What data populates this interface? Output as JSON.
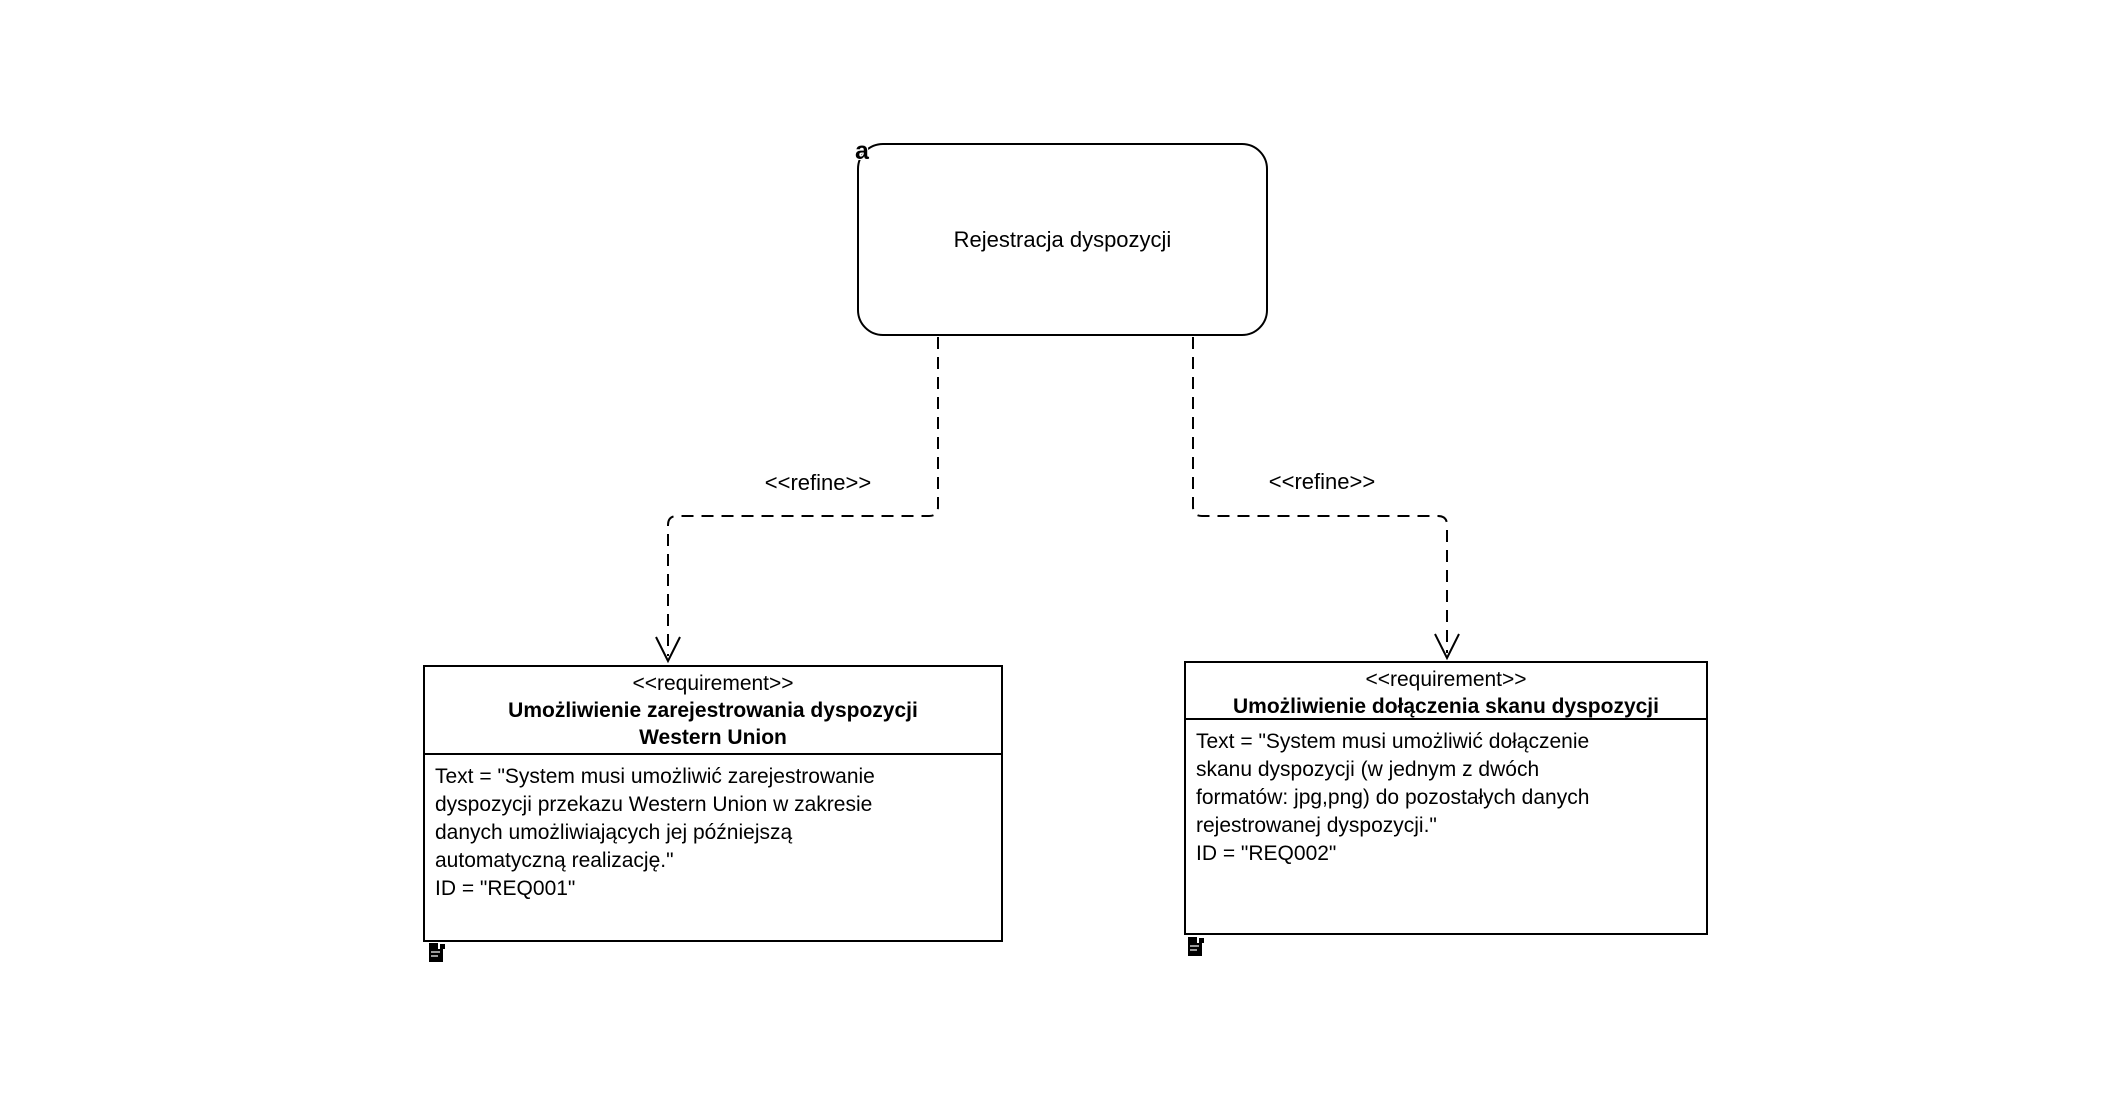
{
  "canvas": {
    "background": "#ffffff",
    "line_color": "#000000"
  },
  "use_case": {
    "marker": "a",
    "title": "Rejestracja dyspozycji"
  },
  "connectors": [
    {
      "label": "<<refine>>",
      "from": "Rejestracja dyspozycji",
      "to": "REQ001"
    },
    {
      "label": "<<refine>>",
      "from": "Rejestracja dyspozycji",
      "to": "REQ002"
    }
  ],
  "requirements": [
    {
      "stereotype": "<<requirement>>",
      "name_lines": [
        "Umożliwienie zarejestrowania dyspozycji",
        "Western Union"
      ],
      "body_lines": [
        "Text = \"System musi umożliwić zarejestrowanie",
        "dyspozycji przekazu Western Union w zakresie",
        "danych umożliwiających jej późniejszą",
        "automatyczną realizację.\"",
        "ID = \"REQ001\""
      ],
      "icon": "document-icon"
    },
    {
      "stereotype": "<<requirement>>",
      "name_lines": [
        "Umożliwienie dołączenia skanu dyspozycji"
      ],
      "body_lines": [
        "Text = \"System musi umożliwić dołączenie",
        "skanu dyspozycji (w jednym z dwóch",
        "formatów: jpg,png) do pozostałych danych",
        "rejestrowanej dyspozycji.\"",
        "ID = \"REQ002\""
      ],
      "icon": "document-icon"
    }
  ]
}
